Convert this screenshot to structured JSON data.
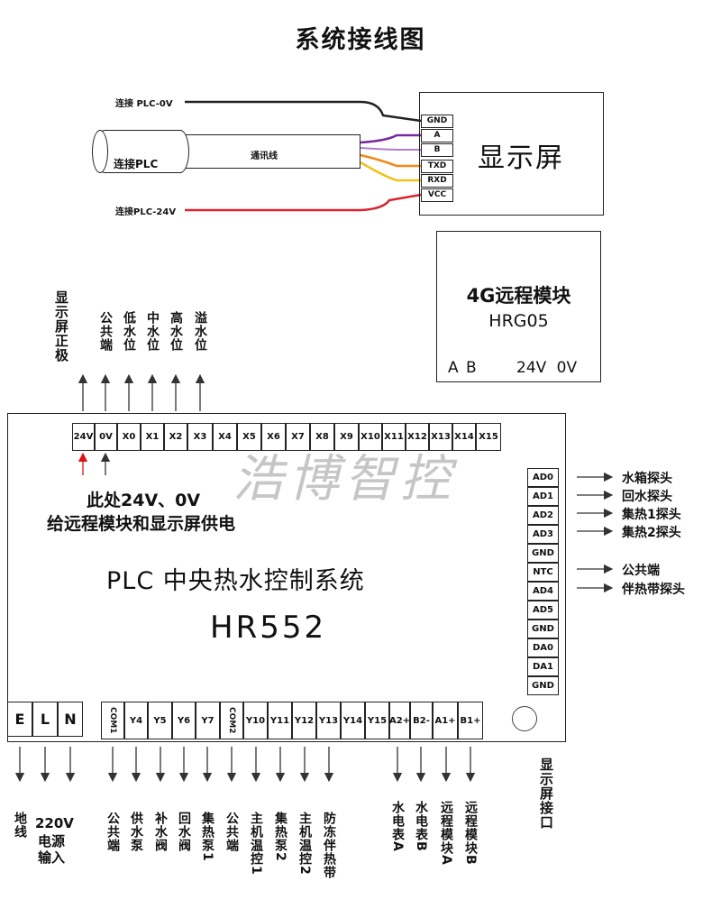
{
  "title": "系统接线图",
  "display": {
    "name": "显示屏",
    "terminals": [
      "GND",
      "A",
      "B",
      "TXD",
      "RXD",
      "VCC"
    ]
  },
  "wiring": {
    "plc_0v": "连接 PLC-0V",
    "cable_label": "通讯线",
    "to_plc": "连接PLC",
    "plc_24v": "连接PLC-24V"
  },
  "module": {
    "title": "4G远程模块",
    "model": "HRG05",
    "terminals_ab": "A B",
    "terminals_power": "24V 0V"
  },
  "top_labels": [
    "显示屏正极",
    "公共端",
    "低水位",
    "中水位",
    "高水位",
    "溢水位"
  ],
  "top_terminals": [
    "24V",
    "0V",
    "X0",
    "X1",
    "X2",
    "X3",
    "X4",
    "X5",
    "X6",
    "X7",
    "X8",
    "X9",
    "X10",
    "X11",
    "X12",
    "X13",
    "X14",
    "X15"
  ],
  "watermark": "浩博智控",
  "note_line1": "此处24V、0V",
  "note_line2": "给远程模块和显示屏供电",
  "plc_name": "PLC 中央热水控制系统",
  "plc_model": "HR552",
  "right_terminals": [
    "AD0",
    "AD1",
    "AD2",
    "AD3",
    "GND",
    "NTC",
    "AD4",
    "AD5",
    "GND",
    "DA0",
    "DA1",
    "GND"
  ],
  "right_labels": [
    "水箱探头",
    "回水探头",
    "集热1探头",
    "集热2探头",
    "公共端",
    "伴热带探头"
  ],
  "power_terminals": [
    "E",
    "L",
    "N"
  ],
  "bottom_terminals": [
    "COM1",
    "Y4",
    "Y5",
    "Y6",
    "Y7",
    "COM2",
    "Y10",
    "Y11",
    "Y12",
    "Y13",
    "Y14",
    "Y15",
    "A2+",
    "B2-",
    "A1+",
    "B1+"
  ],
  "bottom_labels": [
    "地线",
    "220V",
    "电源",
    "输入",
    "公共端",
    "供水泵",
    "补水阀",
    "回水阀",
    "集热泵1",
    "公共端",
    "主机温控1",
    "集热泵2",
    "主机温控2",
    "防冻伴热带",
    "水电表A",
    "水电表B",
    "远程模块A",
    "远程模块B"
  ],
  "display_port_label": "显示屏接口"
}
